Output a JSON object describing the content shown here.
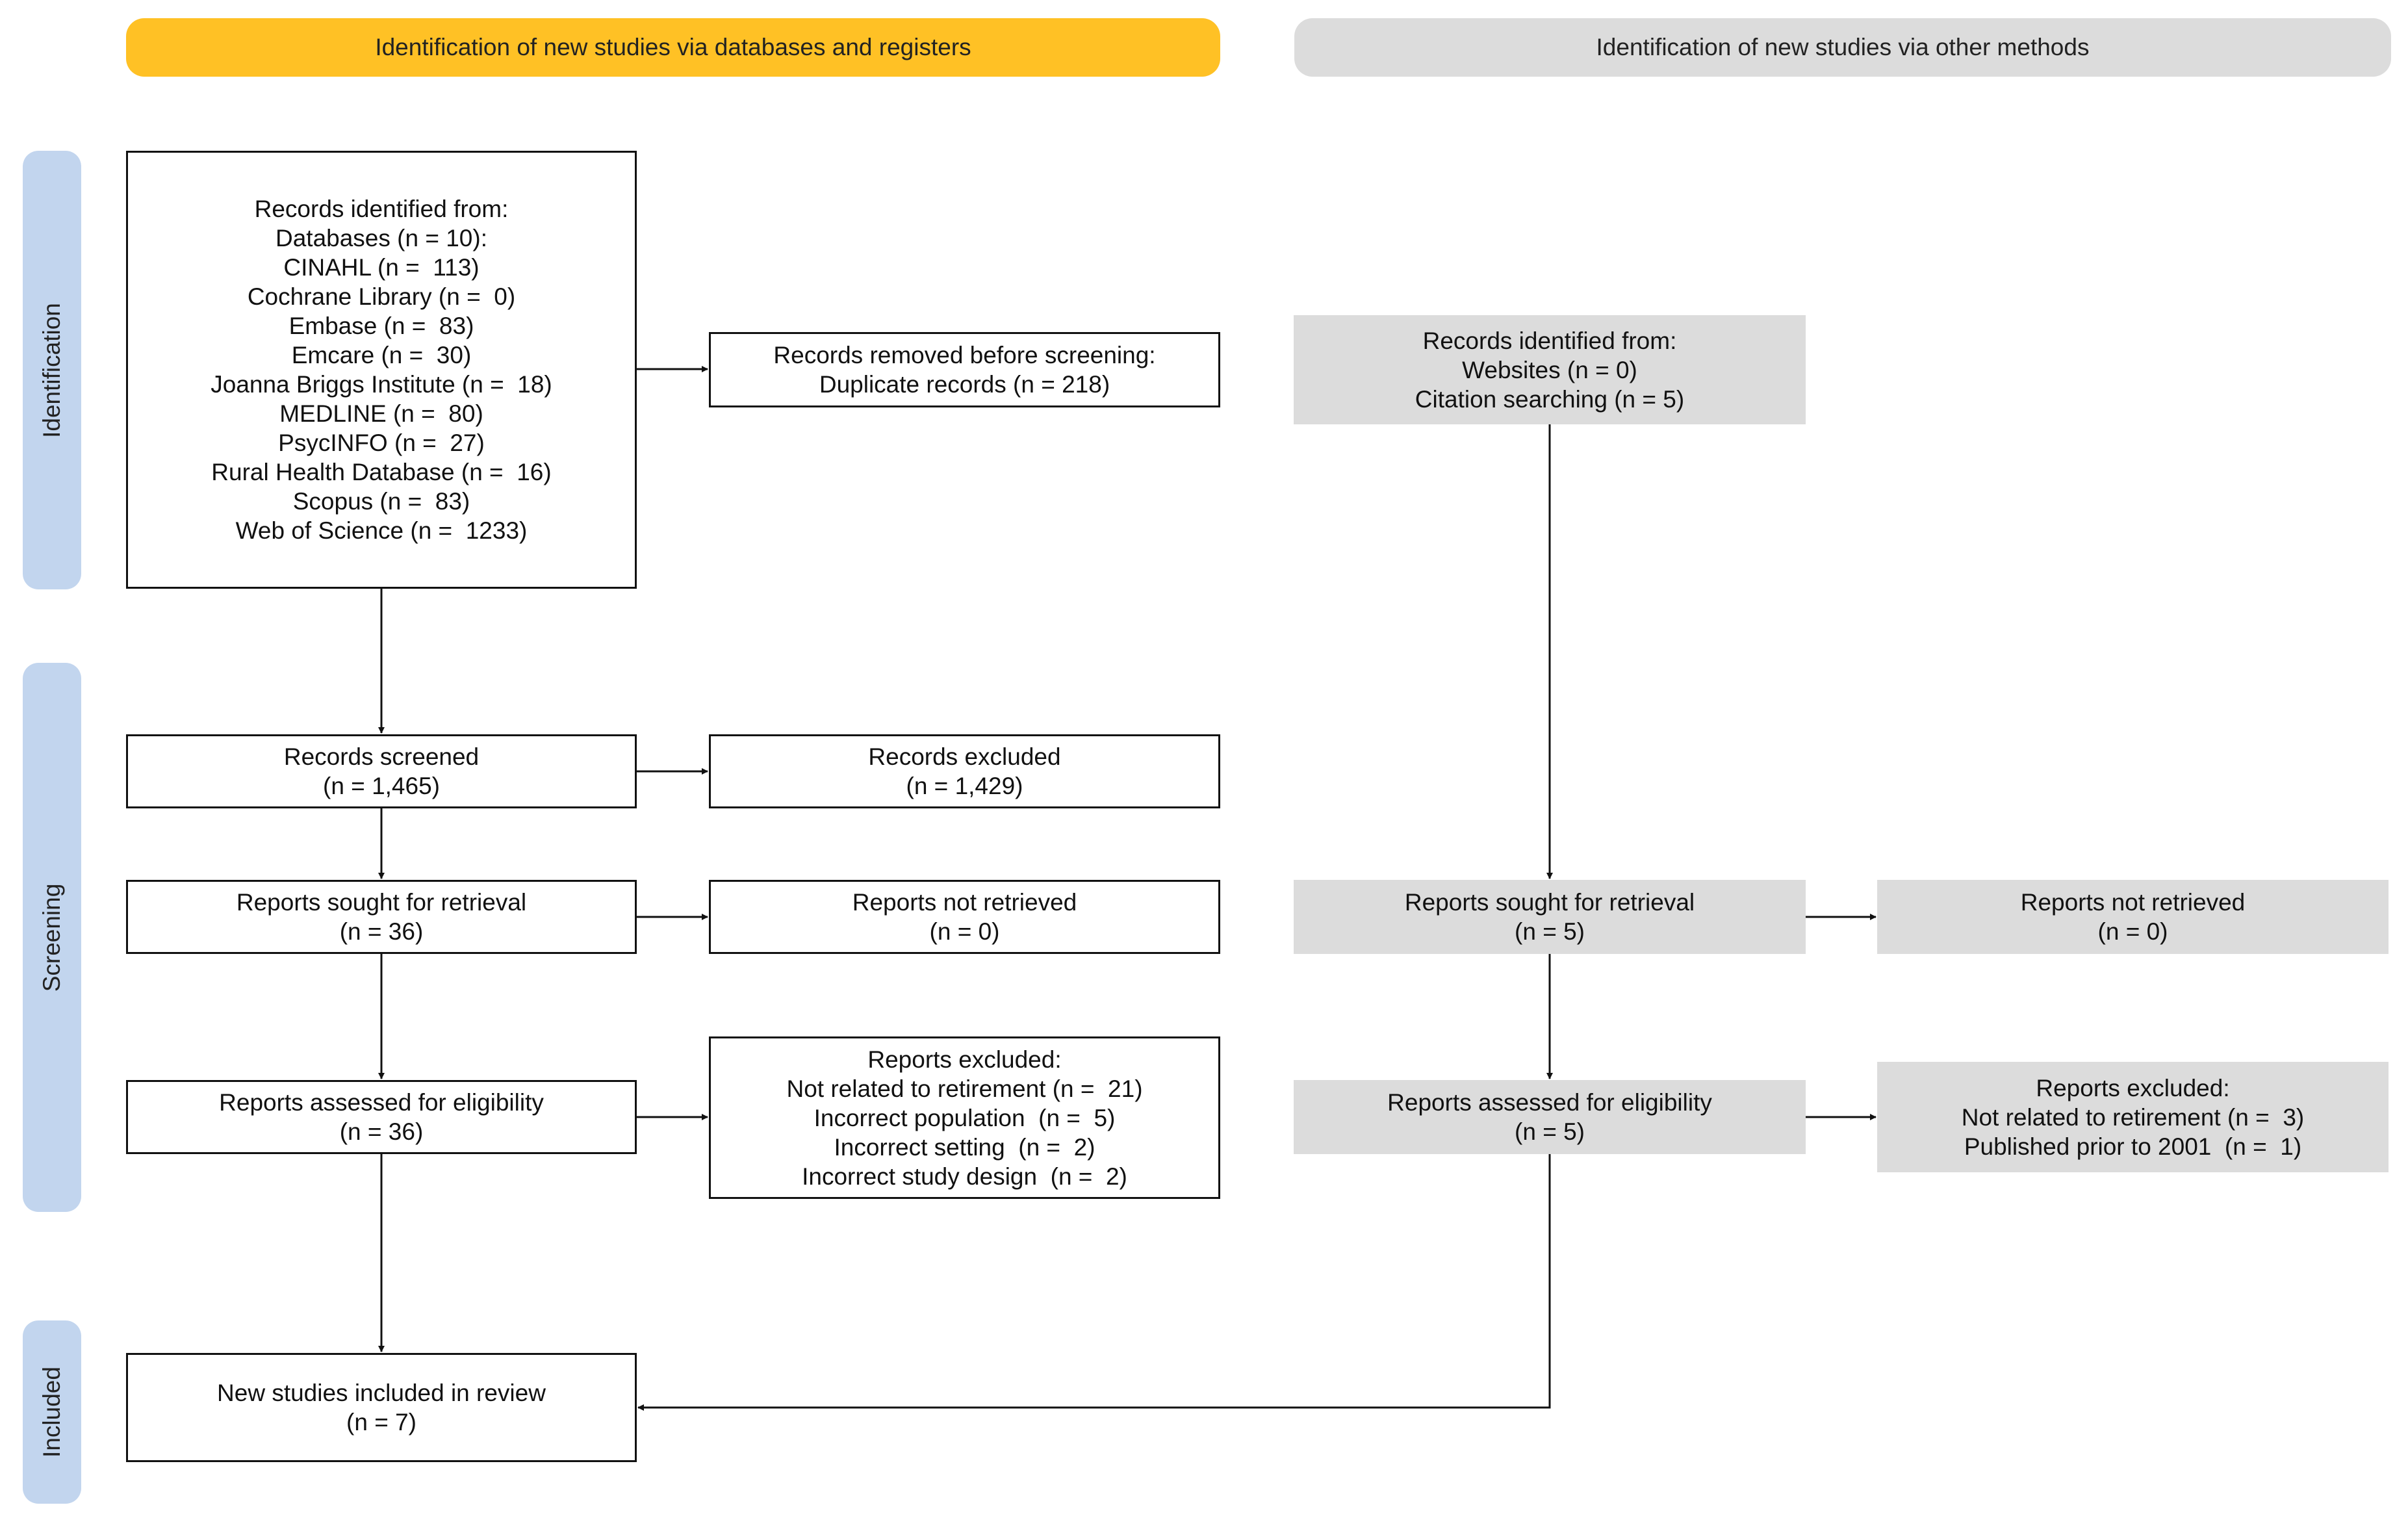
{
  "headers": {
    "databases": "Identification of new studies via databases and registers",
    "other": "Identification of new studies via other methods"
  },
  "stages": {
    "identification": "Identification",
    "screening": "Screening",
    "included": "Included"
  },
  "boxes": {
    "db_identified": [
      "Records identified from:",
      "Databases (n = 10):",
      "CINAHL (n =  113)",
      "Cochrane Library (n =  0)",
      "Embase (n =  83)",
      "Emcare (n =  30)",
      "Joanna Briggs Institute (n =  18)",
      "MEDLINE (n =  80)",
      "PsycINFO (n =  27)",
      "Rural Health Database (n =  16)",
      "Scopus (n =  83)",
      "Web of Science (n =  1233)"
    ],
    "removed": [
      "Records removed before screening:",
      "Duplicate records (n = 218)"
    ],
    "screened": [
      "Records screened",
      "(n = 1,465)"
    ],
    "excluded": [
      "Records excluded",
      "(n = 1,429)"
    ],
    "db_sought": [
      "Reports sought for retrieval",
      "(n = 36)"
    ],
    "db_not_retrieved": [
      "Reports not retrieved",
      "(n = 0)"
    ],
    "db_assessed": [
      "Reports assessed for eligibility",
      "(n = 36)"
    ],
    "db_reports_excluded": [
      "Reports excluded:",
      "Not related to retirement (n =  21)",
      "Incorrect population  (n =  5)",
      "Incorrect setting  (n =  2)",
      "Incorrect study design  (n =  2)"
    ],
    "included": [
      "New studies included in review",
      "(n = 7)"
    ],
    "other_identified": [
      "Records identified from:",
      "Websites (n = 0)",
      "Citation searching (n = 5)"
    ],
    "other_sought": [
      "Reports sought for retrieval",
      "(n = 5)"
    ],
    "other_not_retrieved": [
      "Reports not retrieved",
      "(n = 0)"
    ],
    "other_assessed": [
      "Reports assessed for eligibility",
      "(n = 5)"
    ],
    "other_reports_excluded": [
      "Reports excluded:",
      "Not related to retirement (n =  3)",
      "Published prior to 2001  (n =  1)"
    ]
  },
  "colors": {
    "databases_header": "#FFC125",
    "other_header": "#DCDCDC",
    "stage_label": "#C2D5EE",
    "grey_box": "#DCDCDC"
  }
}
